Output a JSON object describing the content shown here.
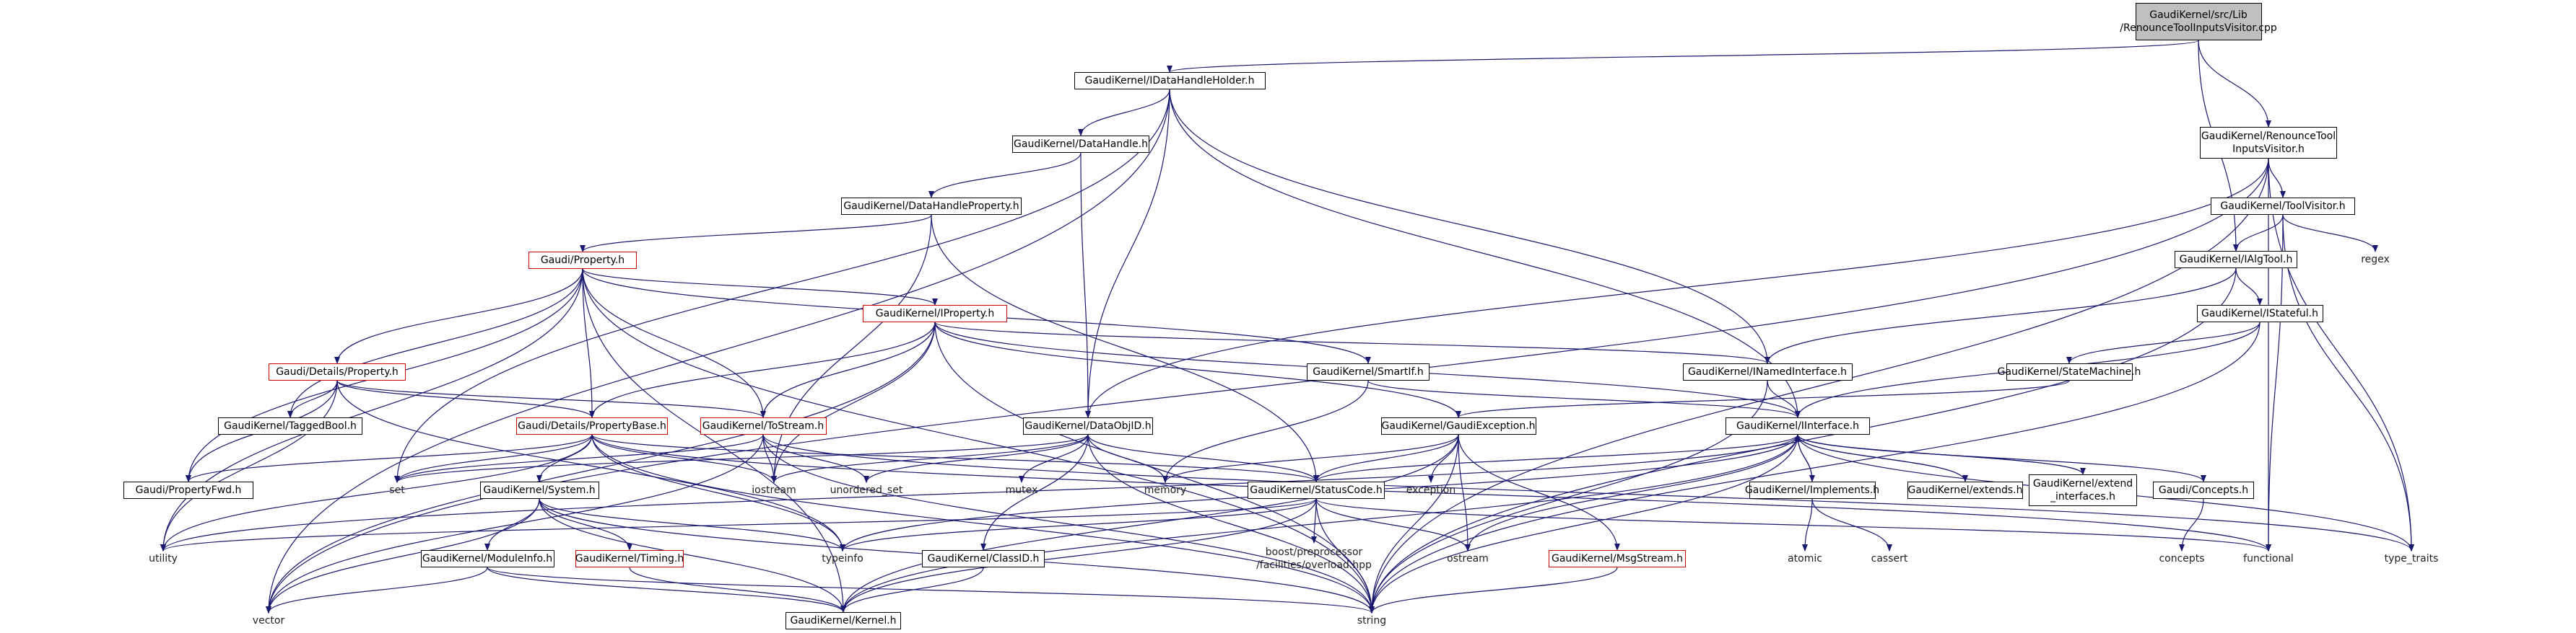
{
  "nodes": {
    "root": "GaudiKernel/src/Lib\n/RenounceToolInputsVisitor.cpp",
    "idhh": "GaudiKernel/IDataHandleHolder.h",
    "rtiv": "GaudiKernel/RenounceTool\nInputsVisitor.h",
    "dh": "GaudiKernel/DataHandle.h",
    "dhp": "GaudiKernel/DataHandleProperty.h",
    "tv": "GaudiKernel/ToolVisitor.h",
    "regex": "regex",
    "ialg": "GaudiKernel/IAlgTool.h",
    "prop": "Gaudi/Property.h",
    "iprop": "GaudiKernel/IProperty.h",
    "istate": "GaudiKernel/IStateful.h",
    "dprop": "Gaudi/Details/Property.h",
    "sif": "GaudiKernel/SmartIf.h",
    "ini": "GaudiKernel/INamedInterface.h",
    "sm": "GaudiKernel/StateMachine.h",
    "tb": "GaudiKernel/TaggedBool.h",
    "dpb": "Gaudi/Details/PropertyBase.h",
    "tos": "GaudiKernel/ToStream.h",
    "doid": "GaudiKernel/DataObjID.h",
    "gex": "GaudiKernel/GaudiException.h",
    "iif": "GaudiKernel/IInterface.h",
    "pfwd": "Gaudi/PropertyFwd.h",
    "set": "set",
    "iostream": "iostream",
    "uset": "unordered_set",
    "mutex": "mutex",
    "memory": "memory",
    "sc": "GaudiKernel/StatusCode.h",
    "exc": "exception",
    "impl": "GaudiKernel/Implements.h",
    "ext": "GaudiKernel/extends.h",
    "extif": "GaudiKernel/extend\n_interfaces.h",
    "conc": "Gaudi/Concepts.h",
    "sys": "GaudiKernel/System.h",
    "utility": "utility",
    "typeinfo": "typeinfo",
    "boost": "boost/preprocessor\n/facilities/overload.hpp",
    "ostream": "ostream",
    "atomic": "atomic",
    "cassert": "cassert",
    "concepts": "concepts",
    "functional": "functional",
    "typetraits": "type_traits",
    "mi": "GaudiKernel/ModuleInfo.h",
    "timing": "GaudiKernel/Timing.h",
    "cid": "GaudiKernel/ClassID.h",
    "msgs": "GaudiKernel/MsgStream.h",
    "vector": "vector",
    "kernel": "GaudiKernel/Kernel.h",
    "string": "string"
  },
  "node_styles": {
    "root": "root",
    "prop": "red",
    "iprop": "red",
    "dprop": "red",
    "dpb": "red",
    "tos": "red",
    "timing": "red",
    "msgs": "red",
    "regex": "plain",
    "set": "plain",
    "iostream": "plain",
    "uset": "plain",
    "mutex": "plain",
    "memory": "plain",
    "exc": "plain",
    "utility": "plain",
    "typeinfo": "plain",
    "boost": "plain",
    "ostream": "plain",
    "atomic": "plain",
    "cassert": "plain",
    "concepts": "plain",
    "functional": "plain",
    "typetraits": "plain",
    "vector": "plain",
    "string": "plain"
  },
  "edges": [
    [
      "root",
      "idhh"
    ],
    [
      "root",
      "rtiv"
    ],
    [
      "root",
      "ialg"
    ],
    [
      "idhh",
      "dh"
    ],
    [
      "idhh",
      "doid"
    ],
    [
      "idhh",
      "ini"
    ],
    [
      "idhh",
      "iif"
    ],
    [
      "idhh",
      "set"
    ],
    [
      "idhh",
      "vector"
    ],
    [
      "rtiv",
      "tv"
    ],
    [
      "rtiv",
      "doid"
    ],
    [
      "rtiv",
      "vector"
    ],
    [
      "rtiv",
      "string"
    ],
    [
      "rtiv",
      "typetraits"
    ],
    [
      "rtiv",
      "functional"
    ],
    [
      "dh",
      "dhp"
    ],
    [
      "dh",
      "doid"
    ],
    [
      "dhp",
      "prop"
    ],
    [
      "dhp",
      "sc"
    ],
    [
      "dhp",
      "iostream"
    ],
    [
      "tv",
      "ialg"
    ],
    [
      "tv",
      "regex"
    ],
    [
      "tv",
      "functional"
    ],
    [
      "tv",
      "typetraits"
    ],
    [
      "ialg",
      "ini"
    ],
    [
      "ialg",
      "istate"
    ],
    [
      "ialg",
      "string"
    ],
    [
      "prop",
      "dprop"
    ],
    [
      "prop",
      "iprop"
    ],
    [
      "prop",
      "dpb"
    ],
    [
      "prop",
      "tos"
    ],
    [
      "prop",
      "sif"
    ],
    [
      "prop",
      "tb"
    ],
    [
      "prop",
      "pfwd"
    ],
    [
      "prop",
      "utility"
    ],
    [
      "prop",
      "kernel"
    ],
    [
      "prop",
      "string"
    ],
    [
      "iprop",
      "dpb"
    ],
    [
      "iprop",
      "ini"
    ],
    [
      "iprop",
      "iif"
    ],
    [
      "iprop",
      "gex"
    ],
    [
      "iprop",
      "tos"
    ],
    [
      "iprop",
      "iostream"
    ],
    [
      "iprop",
      "vector"
    ],
    [
      "iprop",
      "string"
    ],
    [
      "istate",
      "iif"
    ],
    [
      "istate",
      "sm"
    ],
    [
      "istate",
      "string"
    ],
    [
      "dprop",
      "dpb"
    ],
    [
      "dprop",
      "tos"
    ],
    [
      "dprop",
      "tb"
    ],
    [
      "dprop",
      "pfwd"
    ],
    [
      "dprop",
      "utility"
    ],
    [
      "dprop",
      "typeinfo"
    ],
    [
      "sif",
      "iif"
    ],
    [
      "sif",
      "memory"
    ],
    [
      "ini",
      "iif"
    ],
    [
      "ini",
      "string"
    ],
    [
      "sm",
      "gex"
    ],
    [
      "dpb",
      "sys"
    ],
    [
      "dpb",
      "sc"
    ],
    [
      "dpb",
      "iostream"
    ],
    [
      "dpb",
      "set"
    ],
    [
      "dpb",
      "utility"
    ],
    [
      "dpb",
      "typeinfo"
    ],
    [
      "dpb",
      "string"
    ],
    [
      "dpb",
      "functional"
    ],
    [
      "dpb",
      "pfwd"
    ],
    [
      "tos",
      "set"
    ],
    [
      "tos",
      "iostream"
    ],
    [
      "tos",
      "uset"
    ],
    [
      "tos",
      "vector"
    ],
    [
      "tos",
      "string"
    ],
    [
      "tos",
      "typetraits"
    ],
    [
      "doid",
      "sc"
    ],
    [
      "doid",
      "cid"
    ],
    [
      "doid",
      "mutex"
    ],
    [
      "doid",
      "memory"
    ],
    [
      "doid",
      "uset"
    ],
    [
      "doid",
      "iostream"
    ],
    [
      "doid",
      "string"
    ],
    [
      "doid",
      "set"
    ],
    [
      "gex",
      "sc"
    ],
    [
      "gex",
      "exc"
    ],
    [
      "gex",
      "ostream"
    ],
    [
      "gex",
      "string"
    ],
    [
      "gex",
      "msgs"
    ],
    [
      "gex",
      "kernel"
    ],
    [
      "gex",
      "memory"
    ],
    [
      "iif",
      "impl"
    ],
    [
      "iif",
      "ext"
    ],
    [
      "iif",
      "extif"
    ],
    [
      "iif",
      "conc"
    ],
    [
      "iif",
      "sc"
    ],
    [
      "iif",
      "kernel"
    ],
    [
      "iif",
      "ostream"
    ],
    [
      "iif",
      "typeinfo"
    ],
    [
      "iif",
      "typetraits"
    ],
    [
      "iif",
      "utility"
    ],
    [
      "iif",
      "string"
    ],
    [
      "impl",
      "iif"
    ],
    [
      "impl",
      "atomic"
    ],
    [
      "impl",
      "cassert"
    ],
    [
      "ext",
      "iif"
    ],
    [
      "extif",
      "iif"
    ],
    [
      "conc",
      "concepts"
    ],
    [
      "sys",
      "mi"
    ],
    [
      "sys",
      "timing"
    ],
    [
      "sys",
      "kernel"
    ],
    [
      "sys",
      "typeinfo"
    ],
    [
      "sys",
      "vector"
    ],
    [
      "sys",
      "string"
    ],
    [
      "sc",
      "boost"
    ],
    [
      "sc",
      "ostream"
    ],
    [
      "sc",
      "functional"
    ],
    [
      "sc",
      "kernel"
    ],
    [
      "sc",
      "utility"
    ],
    [
      "sc",
      "typeinfo"
    ],
    [
      "sc",
      "string"
    ],
    [
      "mi",
      "kernel"
    ],
    [
      "mi",
      "vector"
    ],
    [
      "mi",
      "string"
    ],
    [
      "timing",
      "kernel"
    ],
    [
      "cid",
      "kernel"
    ],
    [
      "msgs",
      "string"
    ]
  ]
}
